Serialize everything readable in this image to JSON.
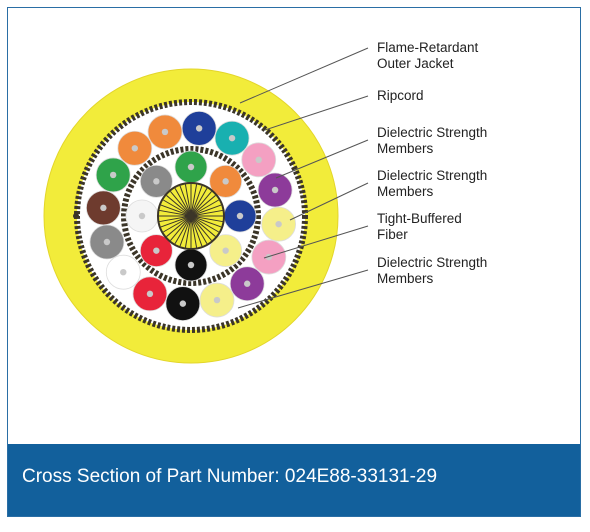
{
  "labels": [
    {
      "line1": "Flame-Retardant",
      "line2": "Outer Jacket"
    },
    {
      "line1": "Ripcord",
      "line2": ""
    },
    {
      "line1": "Dielectric Strength",
      "line2": "Members"
    },
    {
      "line1": "Dielectric Strength",
      "line2": "Members"
    },
    {
      "line1": "Tight-Buffered",
      "line2": "Fiber"
    },
    {
      "line1": "Dielectric Strength",
      "line2": "Members"
    }
  ],
  "caption": "Cross Section of Part Number: 024E88-33131-29",
  "colors": {
    "jacket": "#f2ec3a",
    "border": "#2a6ea5",
    "footer": "#12609c",
    "fibers": [
      "#f08a3c",
      "#1f3f9a",
      "#19b0b0",
      "#f4a0c2",
      "#8d3b9a",
      "#f5ef8a",
      "#ffffff",
      "#f5f5f5",
      "#e8243a",
      "#111111",
      "#8a8a8a",
      "#6e3b2e",
      "#2fa34a"
    ]
  }
}
